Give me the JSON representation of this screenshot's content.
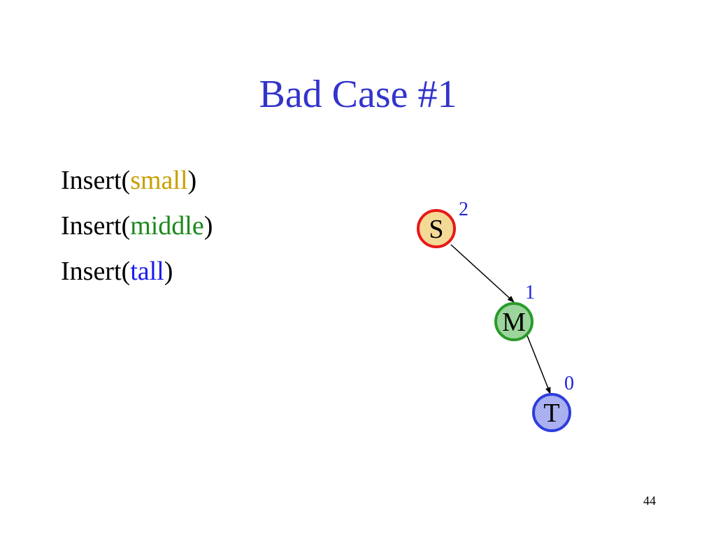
{
  "slide": {
    "title": "Bad Case #1",
    "page_number": "44"
  },
  "bullets": [
    {
      "prefix": "Insert(",
      "arg": "small",
      "suffix": ")",
      "arg_color": "#c8a000"
    },
    {
      "prefix": "Insert(",
      "arg": "middle",
      "suffix": ")",
      "arg_color": "#1a8a1a"
    },
    {
      "prefix": "Insert(",
      "arg": "tall",
      "suffix": ")",
      "arg_color": "#1a1aee"
    }
  ],
  "tree": {
    "nodes": [
      {
        "id": "S",
        "letter": "S",
        "height": "2",
        "fill": "#f2d488",
        "border": "#e81818",
        "height_color": "#2222dd"
      },
      {
        "id": "M",
        "letter": "M",
        "height": "1",
        "fill": "#8fcf8f",
        "border": "#2a9a2a",
        "height_color": "#2222dd"
      },
      {
        "id": "T",
        "letter": "T",
        "height": "0",
        "fill": "#9ea6ee",
        "border": "#2e3edc",
        "height_color": "#2222dd"
      }
    ],
    "edges": [
      {
        "from": "S",
        "to": "M"
      },
      {
        "from": "M",
        "to": "T"
      }
    ]
  }
}
